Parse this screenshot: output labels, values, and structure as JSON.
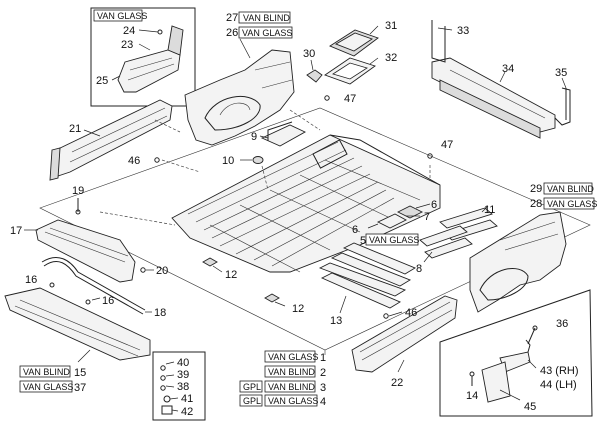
{
  "tags": {
    "van_glass": "VAN GLASS",
    "van_blind": "VAN BLIND",
    "gpl": "GPL"
  },
  "callouts": {
    "n1": "1",
    "n2": "2",
    "n3": "3",
    "n4": "4",
    "n5": "5",
    "n6": "6",
    "n6b": "6",
    "n7": "7",
    "n8": "8",
    "n9": "9",
    "n10": "10",
    "n11": "11",
    "n12": "12",
    "n12b": "12",
    "n13": "13",
    "n14": "14",
    "n15": "15",
    "n16": "16",
    "n16b": "16",
    "n17": "17",
    "n18": "18",
    "n19": "19",
    "n20": "20",
    "n21": "21",
    "n22": "22",
    "n23": "23",
    "n24": "24",
    "n25": "25",
    "n26": "26",
    "n27": "27",
    "n28": "28",
    "n29": "29",
    "n30": "30",
    "n31": "31",
    "n32": "32",
    "n33": "33",
    "n34": "34",
    "n35": "35",
    "n36": "36",
    "n37": "37",
    "n38": "38",
    "n39": "39",
    "n40": "40",
    "n41": "41",
    "n42": "42",
    "n43": "43 (RH)",
    "n44": "44 (LH)",
    "n45": "45",
    "n46a": "46",
    "n46b": "46",
    "n47a": "47",
    "n47b": "47"
  }
}
